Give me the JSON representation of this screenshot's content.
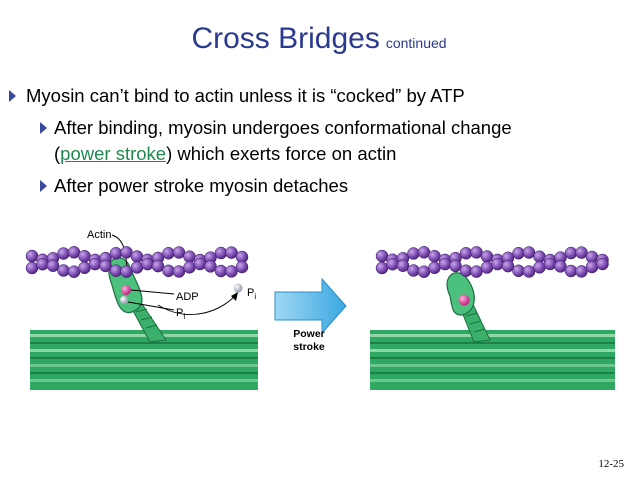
{
  "title": {
    "main": "Cross Bridges",
    "sub": "continued"
  },
  "bullets": {
    "l1": "Myosin can’t bind to actin unless it is “cocked” by ATP",
    "l2": "After binding, myosin undergoes conformational change",
    "l2b_open": "(",
    "l2b_link": "power stroke",
    "l2b_rest": ") which exerts force on actin",
    "l3": "After power stroke myosin detaches"
  },
  "figure": {
    "actin_label": "Actin",
    "adp_label": "ADP",
    "pi_left": "P",
    "pi_sub": "i",
    "pi_right": "P",
    "arrow_line1": "Power",
    "arrow_line2": "stroke"
  },
  "page_number": "12-25",
  "colors": {
    "title": "#2a3a8f",
    "link": "#1f8a4c",
    "actin": "#7b4fb0",
    "myosin": "#2e9e5e"
  }
}
